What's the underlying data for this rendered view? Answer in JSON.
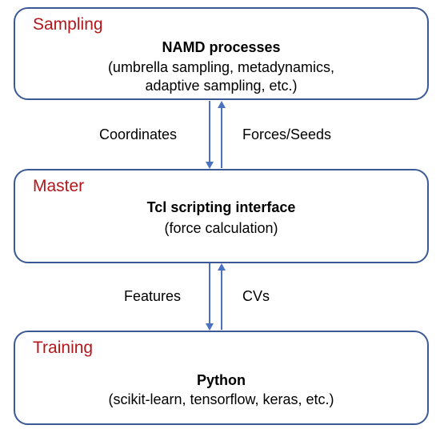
{
  "sampling": {
    "tag": "Sampling",
    "title": "NAMD processes",
    "lines": [
      "(umbrella sampling, metadynamics,",
      "adaptive sampling, etc.)"
    ]
  },
  "master": {
    "tag": "Master",
    "title": "Tcl scripting interface",
    "lines": [
      "(force calculation)"
    ]
  },
  "training": {
    "tag": "Training",
    "title": "Python",
    "lines": [
      "(scikit-learn, tensorflow, keras, etc.)"
    ]
  },
  "connections": {
    "top_down_label": "Coordinates",
    "top_up_label": "Forces/Seeds",
    "bottom_down_label": "Features",
    "bottom_up_label": "CVs"
  },
  "colors": {
    "box_border": "#3b5a95",
    "tag_text": "#b3161b",
    "arrow": "#4a72c0"
  }
}
